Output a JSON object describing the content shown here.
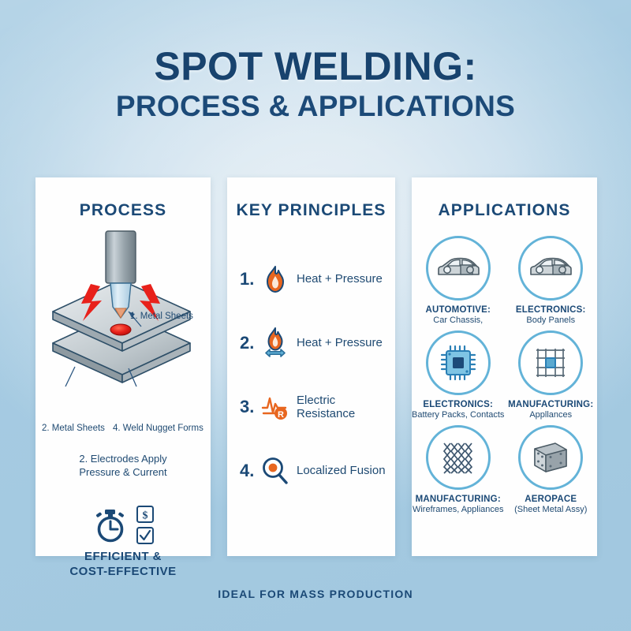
{
  "title": {
    "main": "SPOT WELDING:",
    "sub": "PROCESS & APPLICATIONS"
  },
  "footer": {
    "text": "IDEAL FOR MASS PRODUCTION"
  },
  "colors": {
    "navy": "#1b4976",
    "accent_blue": "#63b3d8",
    "orange": "#e8661f",
    "red": "#e8211b",
    "background_light": "#e6eff5",
    "background_edge": "#a6cbe2",
    "card": "#fefefe"
  },
  "process": {
    "heading": "PROCESS",
    "diagram": {
      "label_metal_sheets_top": "1. Metal Sheets",
      "label_metal_sheets_bottom": "2. Metal Sheets",
      "label_weld_nugget": "4. Weld Nugget Forms"
    },
    "caption_line1": "2. Electrodes Apply",
    "caption_line2": "Pressure & Current",
    "efficiency_icons": [
      "stopwatch-icon",
      "dollar-box-icon",
      "check-box-icon"
    ],
    "efficiency_line1": "EFFICIENT &",
    "efficiency_line2": "COST-EFFECTIVE"
  },
  "principles": {
    "heading": "KEY PRINCIPLES",
    "items": [
      {
        "num": "1.",
        "icon": "flame-icon",
        "label": "Heat + Pressure"
      },
      {
        "num": "2.",
        "icon": "flame-arrow-icon",
        "label": "Heat + Pressure"
      },
      {
        "num": "3.",
        "icon": "resistance-icon",
        "label": "Electric Resistance"
      },
      {
        "num": "4.",
        "icon": "magnifier-icon",
        "label": "Localized Fusion"
      }
    ]
  },
  "applications": {
    "heading": "APPLICATIONS",
    "items": [
      {
        "icon": "car-icon",
        "title": "AUTOMOTIVE:",
        "desc": "Car Chassis,"
      },
      {
        "icon": "car-icon",
        "title": "ELECTRONICS:",
        "desc": "Body Panels"
      },
      {
        "icon": "microchip-icon",
        "title": "ELECTRONICS:",
        "desc": "Battery Packs, Contacts"
      },
      {
        "icon": "grid-chip-icon",
        "title": "MANUFACTURING:",
        "desc": "Appllances"
      },
      {
        "icon": "mesh-icon",
        "title": "MANUFACTURING:",
        "desc": "Wireframes, Appliances"
      },
      {
        "icon": "metal-box-icon",
        "title": "AEROPACE",
        "desc": "(Sheet Metal Assy)"
      }
    ]
  }
}
